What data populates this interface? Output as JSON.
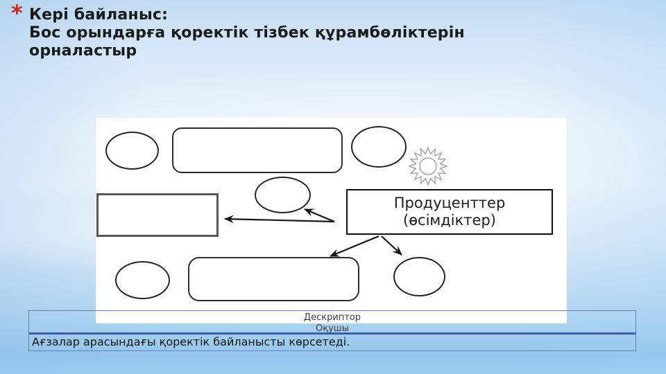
{
  "title": {
    "bullet": "*",
    "text": "Кері байланыс:\nБос орындарға қоректік тізбек құрамбөліктерін\nорналастыр"
  },
  "diagram": {
    "producers_box_label": "Продуценттер\n(өсімдіктер)",
    "nodes": [
      {
        "id": "ellipse-top-left",
        "type": "ellipse",
        "label": ""
      },
      {
        "id": "rounded-rect-top",
        "type": "rounded-rect",
        "label": ""
      },
      {
        "id": "ellipse-top-right",
        "type": "ellipse",
        "label": ""
      },
      {
        "id": "sun-icon",
        "type": "icon",
        "label": ""
      },
      {
        "id": "ellipse-middle",
        "type": "ellipse",
        "label": ""
      },
      {
        "id": "rect-left",
        "type": "rect",
        "label": ""
      },
      {
        "id": "producers-box",
        "type": "rect",
        "label": "Продуценттер (өсімдіктер)"
      },
      {
        "id": "ellipse-bottom-left",
        "type": "ellipse",
        "label": ""
      },
      {
        "id": "rounded-rect-bottom",
        "type": "rounded-rect",
        "label": ""
      },
      {
        "id": "ellipse-bottom-right",
        "type": "ellipse",
        "label": ""
      }
    ],
    "arrows": [
      {
        "from": "producers-box",
        "to": "rect-left"
      },
      {
        "from": "producers-box",
        "to": "ellipse-middle"
      },
      {
        "from": "producers-box",
        "to": "rounded-rect-bottom"
      },
      {
        "from": "producers-box",
        "to": "ellipse-bottom-right"
      }
    ]
  },
  "table": {
    "row1": "Дескриптор\nОқушы",
    "row2": "Ағзалар арасындағы қоректік байланысты көрсетеді."
  },
  "colors": {
    "bullet_red": "#cf2a1a",
    "title_text": "#1a1a1a",
    "table_border": "#6c7fae",
    "table_separator": "#3d59a8",
    "background_blue": "#9ccdf0",
    "diagram_background": "#ffffff"
  }
}
